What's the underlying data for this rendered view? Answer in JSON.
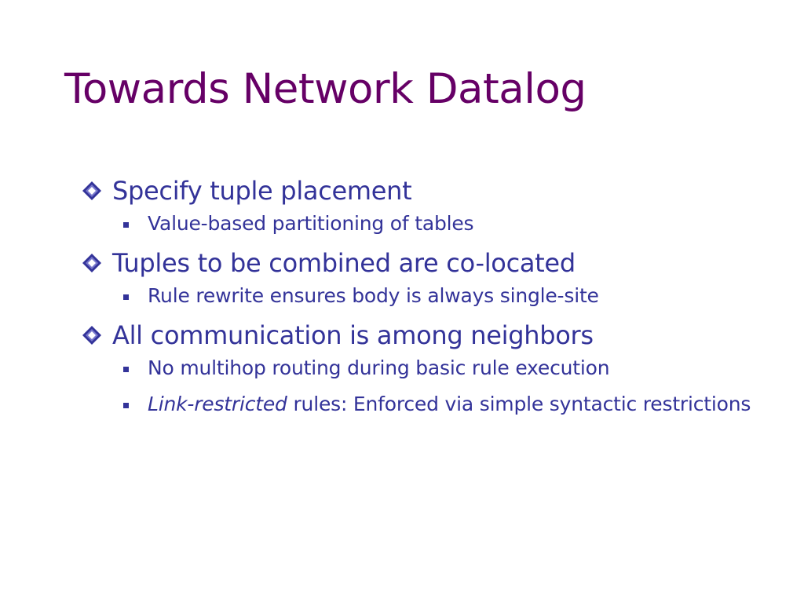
{
  "slide": {
    "title": "Towards Network Datalog",
    "bullets": [
      {
        "text": "Specify tuple placement",
        "subs": [
          {
            "text": "Value-based partitioning of tables"
          }
        ]
      },
      {
        "text": "Tuples to be combined are co-located",
        "subs": [
          {
            "text": "Rule rewrite ensures body is always single-site"
          }
        ]
      },
      {
        "text": "All communication is among neighbors",
        "subs": [
          {
            "text": "No multihop routing during basic rule execution"
          },
          {
            "italic": "Link-restricted",
            "text": " rules: Enforced via simple syntactic restrictions"
          }
        ]
      }
    ]
  },
  "colors": {
    "title": "#660066",
    "body": "#333399",
    "background": "#ffffff"
  },
  "icons": {
    "level1_bullet": "diamond-bullet-icon",
    "level2_bullet": "square-bullet-icon"
  }
}
